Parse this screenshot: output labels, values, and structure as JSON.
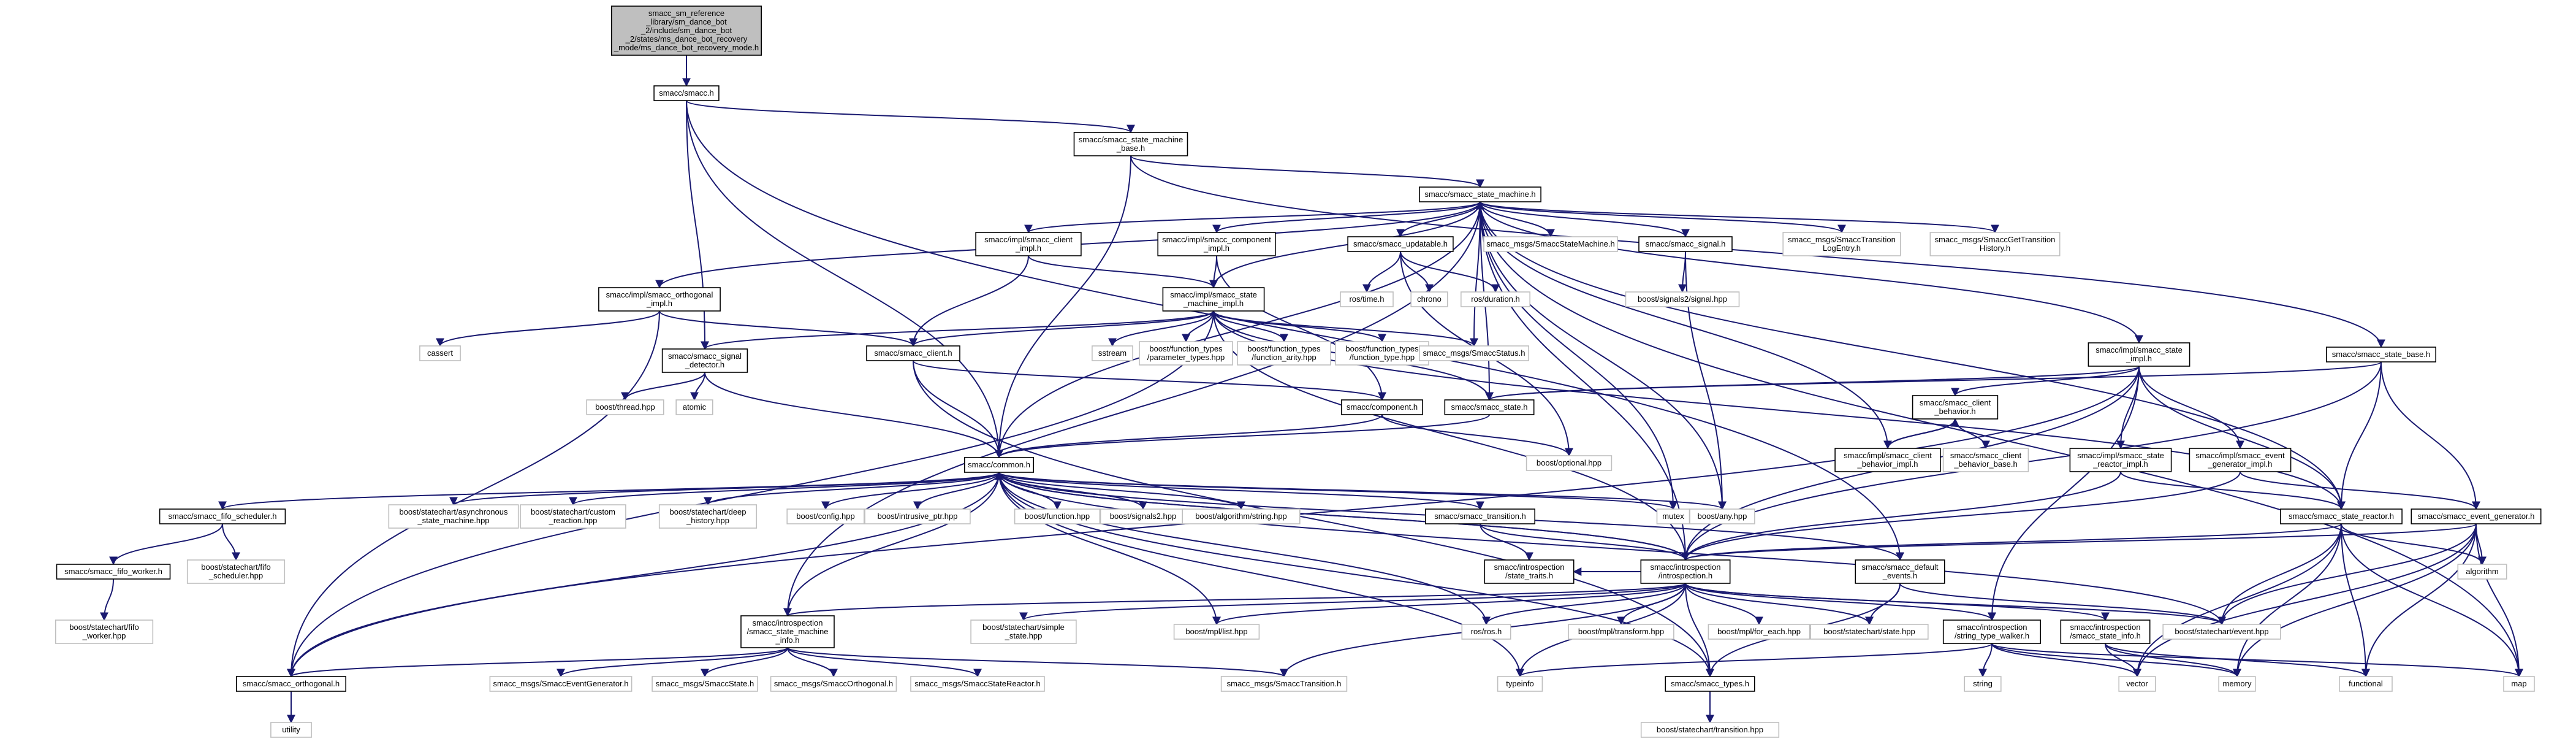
{
  "colors": {
    "edge": "#191970",
    "node_border": "#000000",
    "external_border": "#bfbfbf",
    "root_fill": "#bfbfbf",
    "background": "#ffffff"
  },
  "nodes": [
    {
      "id": "root",
      "kind": "root",
      "lines": [
        "smacc_sm_reference",
        "_library/sm_dance_bot",
        "_2/include/sm_dance_bot",
        "_2/states/ms_dance_bot_recovery",
        "_mode/ms_dance_bot_recovery_mode.h"
      ]
    },
    {
      "id": "smacc_h",
      "kind": "file",
      "lines": [
        "smacc/smacc.h"
      ]
    },
    {
      "id": "sm_base",
      "kind": "file",
      "lines": [
        "smacc/smacc_state_machine",
        "_base.h"
      ]
    },
    {
      "id": "state_machine",
      "kind": "file",
      "lines": [
        "smacc/smacc_state_machine.h"
      ]
    },
    {
      "id": "client_impl",
      "kind": "file",
      "lines": [
        "smacc/impl/smacc_client",
        "_impl.h"
      ]
    },
    {
      "id": "component_impl",
      "kind": "file",
      "lines": [
        "smacc/impl/smacc_component",
        "_impl.h"
      ]
    },
    {
      "id": "updatable",
      "kind": "file",
      "lines": [
        "smacc/smacc_updatable.h"
      ]
    },
    {
      "id": "msg_sm",
      "kind": "ext",
      "lines": [
        "smacc_msgs/SmaccStateMachine.h"
      ]
    },
    {
      "id": "signal",
      "kind": "file",
      "lines": [
        "smacc/smacc_signal.h"
      ]
    },
    {
      "id": "msg_tle",
      "kind": "ext",
      "lines": [
        "smacc_msgs/SmaccTransition",
        "LogEntry.h"
      ]
    },
    {
      "id": "msg_gth",
      "kind": "ext",
      "lines": [
        "smacc_msgs/SmaccGetTransition",
        "History.h"
      ]
    },
    {
      "id": "orth_impl",
      "kind": "file",
      "lines": [
        "smacc/impl/smacc_orthogonal",
        "_impl.h"
      ]
    },
    {
      "id": "sm_impl",
      "kind": "file",
      "lines": [
        "smacc/impl/smacc_state",
        "_machine_impl.h"
      ]
    },
    {
      "id": "ros_time",
      "kind": "ext",
      "lines": [
        "ros/time.h"
      ]
    },
    {
      "id": "chrono",
      "kind": "ext",
      "lines": [
        "chrono"
      ]
    },
    {
      "id": "ros_dur",
      "kind": "ext",
      "lines": [
        "ros/duration.h"
      ]
    },
    {
      "id": "signals2_sig",
      "kind": "ext",
      "lines": [
        "boost/signals2/signal.hpp"
      ]
    },
    {
      "id": "state_impl",
      "kind": "file",
      "lines": [
        "smacc/impl/smacc_state",
        "_impl.h"
      ]
    },
    {
      "id": "state_base",
      "kind": "file",
      "lines": [
        "smacc/smacc_state_base.h"
      ]
    },
    {
      "id": "cassert",
      "kind": "ext",
      "lines": [
        "cassert"
      ]
    },
    {
      "id": "signal_det",
      "kind": "file",
      "lines": [
        "smacc/smacc_signal",
        "_detector.h"
      ]
    },
    {
      "id": "client_h",
      "kind": "file",
      "lines": [
        "smacc/smacc_client.h"
      ]
    },
    {
      "id": "sstream",
      "kind": "ext",
      "lines": [
        "sstream"
      ]
    },
    {
      "id": "ft_param",
      "kind": "ext",
      "lines": [
        "boost/function_types",
        "/parameter_types.hpp"
      ]
    },
    {
      "id": "ft_arity",
      "kind": "ext",
      "lines": [
        "boost/function_types",
        "/function_arity.hpp"
      ]
    },
    {
      "id": "ft_type",
      "kind": "ext",
      "lines": [
        "boost/function_types",
        "/function_type.hpp"
      ]
    },
    {
      "id": "msg_status",
      "kind": "ext",
      "lines": [
        "smacc_msgs/SmaccStatus.h"
      ]
    },
    {
      "id": "thread",
      "kind": "ext",
      "lines": [
        "boost/thread.hpp"
      ]
    },
    {
      "id": "atomic",
      "kind": "ext",
      "lines": [
        "atomic"
      ]
    },
    {
      "id": "component",
      "kind": "file",
      "lines": [
        "smacc/component.h"
      ]
    },
    {
      "id": "state_h",
      "kind": "file",
      "lines": [
        "smacc/smacc_state.h"
      ]
    },
    {
      "id": "client_beh",
      "kind": "file",
      "lines": [
        "smacc/smacc_client",
        "_behavior.h"
      ]
    },
    {
      "id": "optional",
      "kind": "ext",
      "lines": [
        "boost/optional.hpp"
      ]
    },
    {
      "id": "client_beh_impl",
      "kind": "file",
      "lines": [
        "smacc/impl/smacc_client",
        "_behavior_impl.h"
      ]
    },
    {
      "id": "client_beh_base",
      "kind": "ext",
      "lines": [
        "smacc/smacc_client",
        "_behavior_base.h"
      ]
    },
    {
      "id": "reactor_impl",
      "kind": "file",
      "lines": [
        "smacc/impl/smacc_state",
        "_reactor_impl.h"
      ]
    },
    {
      "id": "evgen_impl",
      "kind": "file",
      "lines": [
        "smacc/impl/smacc_event",
        "_generator_impl.h"
      ]
    },
    {
      "id": "common",
      "kind": "file",
      "lines": [
        "smacc/common.h"
      ]
    },
    {
      "id": "fifo_sched",
      "kind": "file",
      "lines": [
        "smacc/smacc_fifo_scheduler.h"
      ]
    },
    {
      "id": "sc_async",
      "kind": "ext",
      "lines": [
        "boost/statechart/asynchronous",
        "_state_machine.hpp"
      ]
    },
    {
      "id": "sc_custom",
      "kind": "ext",
      "lines": [
        "boost/statechart/custom",
        "_reaction.hpp"
      ]
    },
    {
      "id": "sc_deep",
      "kind": "ext",
      "lines": [
        "boost/statechart/deep",
        "_history.hpp"
      ]
    },
    {
      "id": "config",
      "kind": "ext",
      "lines": [
        "boost/config.hpp"
      ]
    },
    {
      "id": "intrusive",
      "kind": "ext",
      "lines": [
        "boost/intrusive_ptr.hpp"
      ]
    },
    {
      "id": "function",
      "kind": "ext",
      "lines": [
        "boost/function.hpp"
      ]
    },
    {
      "id": "signals2",
      "kind": "ext",
      "lines": [
        "boost/signals2.hpp"
      ]
    },
    {
      "id": "algstring",
      "kind": "ext",
      "lines": [
        "boost/algorithm/string.hpp"
      ]
    },
    {
      "id": "transition",
      "kind": "file",
      "lines": [
        "smacc/smacc_transition.h"
      ]
    },
    {
      "id": "mutex",
      "kind": "ext",
      "lines": [
        "mutex"
      ]
    },
    {
      "id": "any",
      "kind": "ext",
      "lines": [
        "boost/any.hpp"
      ]
    },
    {
      "id": "state_reactor",
      "kind": "file",
      "lines": [
        "smacc/smacc_state_reactor.h"
      ]
    },
    {
      "id": "event_gen",
      "kind": "file",
      "lines": [
        "smacc/smacc_event_generator.h"
      ]
    },
    {
      "id": "fifo_worker",
      "kind": "file",
      "lines": [
        "smacc/smacc_fifo_worker.h"
      ]
    },
    {
      "id": "sc_fifo_sched",
      "kind": "ext",
      "lines": [
        "boost/statechart/fifo",
        "_scheduler.hpp"
      ]
    },
    {
      "id": "state_traits",
      "kind": "file",
      "lines": [
        "smacc/introspection",
        "/state_traits.h"
      ]
    },
    {
      "id": "introspection",
      "kind": "file",
      "lines": [
        "smacc/introspection",
        "/introspection.h"
      ]
    },
    {
      "id": "default_events",
      "kind": "file",
      "lines": [
        "smacc/smacc_default",
        "_events.h"
      ]
    },
    {
      "id": "algorithm",
      "kind": "ext",
      "lines": [
        "algorithm"
      ]
    },
    {
      "id": "sc_fifo_worker",
      "kind": "ext",
      "lines": [
        "boost/statechart/fifo",
        "_worker.hpp"
      ]
    },
    {
      "id": "sm_info",
      "kind": "file",
      "lines": [
        "smacc/introspection",
        "/smacc_state_machine",
        "_info.h"
      ]
    },
    {
      "id": "sc_simple",
      "kind": "ext",
      "lines": [
        "boost/statechart/simple",
        "_state.hpp"
      ]
    },
    {
      "id": "mpl_list",
      "kind": "ext",
      "lines": [
        "boost/mpl/list.hpp"
      ]
    },
    {
      "id": "ros_h",
      "kind": "ext",
      "lines": [
        "ros/ros.h"
      ]
    },
    {
      "id": "mpl_transform",
      "kind": "ext",
      "lines": [
        "boost/mpl/transform.hpp"
      ]
    },
    {
      "id": "mpl_foreach",
      "kind": "ext",
      "lines": [
        "boost/mpl/for_each.hpp"
      ]
    },
    {
      "id": "sc_state",
      "kind": "ext",
      "lines": [
        "boost/statechart/state.hpp"
      ]
    },
    {
      "id": "type_walker",
      "kind": "file",
      "lines": [
        "smacc/introspection",
        "/string_type_walker.h"
      ]
    },
    {
      "id": "state_info",
      "kind": "file",
      "lines": [
        "smacc/introspection",
        "/smacc_state_info.h"
      ]
    },
    {
      "id": "sc_event",
      "kind": "ext",
      "lines": [
        "boost/statechart/event.hpp"
      ]
    },
    {
      "id": "orthogonal",
      "kind": "file",
      "lines": [
        "smacc/smacc_orthogonal.h"
      ]
    },
    {
      "id": "msg_evgen",
      "kind": "ext",
      "lines": [
        "smacc_msgs/SmaccEventGenerator.h"
      ]
    },
    {
      "id": "msg_state",
      "kind": "ext",
      "lines": [
        "smacc_msgs/SmaccState.h"
      ]
    },
    {
      "id": "msg_orth",
      "kind": "ext",
      "lines": [
        "smacc_msgs/SmaccOrthogonal.h"
      ]
    },
    {
      "id": "msg_reactor",
      "kind": "ext",
      "lines": [
        "smacc_msgs/SmaccStateReactor.h"
      ]
    },
    {
      "id": "msg_trans",
      "kind": "ext",
      "lines": [
        "smacc_msgs/SmaccTransition.h"
      ]
    },
    {
      "id": "typeinfo",
      "kind": "ext",
      "lines": [
        "typeinfo"
      ]
    },
    {
      "id": "types",
      "kind": "file",
      "lines": [
        "smacc/smacc_types.h"
      ]
    },
    {
      "id": "string",
      "kind": "ext",
      "lines": [
        "string"
      ]
    },
    {
      "id": "vector",
      "kind": "ext",
      "lines": [
        "vector"
      ]
    },
    {
      "id": "memory",
      "kind": "ext",
      "lines": [
        "memory"
      ]
    },
    {
      "id": "functional",
      "kind": "ext",
      "lines": [
        "functional"
      ]
    },
    {
      "id": "map",
      "kind": "ext",
      "lines": [
        "map"
      ]
    },
    {
      "id": "utility",
      "kind": "ext",
      "lines": [
        "utility"
      ]
    },
    {
      "id": "sc_transition",
      "kind": "ext",
      "lines": [
        "boost/statechart/transition.hpp"
      ]
    }
  ],
  "edges": [
    [
      "root",
      "smacc_h"
    ],
    [
      "smacc_h",
      "sm_base"
    ],
    [
      "smacc_h",
      "common"
    ],
    [
      "smacc_h",
      "signal_det"
    ],
    [
      "smacc_h",
      "default_events"
    ],
    [
      "sm_base",
      "state_machine"
    ],
    [
      "sm_base",
      "common"
    ],
    [
      "sm_base",
      "state_base"
    ],
    [
      "state_machine",
      "client_impl"
    ],
    [
      "state_machine",
      "component_impl"
    ],
    [
      "state_machine",
      "updatable"
    ],
    [
      "state_machine",
      "msg_sm"
    ],
    [
      "state_machine",
      "signal"
    ],
    [
      "state_machine",
      "msg_tle"
    ],
    [
      "state_machine",
      "msg_gth"
    ],
    [
      "state_machine",
      "orth_impl"
    ],
    [
      "state_machine",
      "sm_impl"
    ],
    [
      "state_machine",
      "state_impl"
    ],
    [
      "state_machine",
      "common"
    ],
    [
      "state_machine",
      "sm_info"
    ],
    [
      "state_machine",
      "state_h"
    ],
    [
      "state_machine",
      "mutex"
    ],
    [
      "state_machine",
      "any"
    ],
    [
      "state_machine",
      "map"
    ],
    [
      "state_machine",
      "msg_status"
    ],
    [
      "state_machine",
      "state_reactor"
    ],
    [
      "state_machine",
      "introspection"
    ],
    [
      "client_impl",
      "client_h"
    ],
    [
      "client_impl",
      "sm_impl"
    ],
    [
      "component_impl",
      "sm_impl"
    ],
    [
      "component_impl",
      "component"
    ],
    [
      "updatable",
      "ros_time"
    ],
    [
      "updatable",
      "chrono"
    ],
    [
      "updatable",
      "ros_dur"
    ],
    [
      "updatable",
      "optional"
    ],
    [
      "signal",
      "signals2_sig"
    ],
    [
      "signal",
      "any"
    ],
    [
      "orth_impl",
      "cassert"
    ],
    [
      "orth_impl",
      "client_h"
    ],
    [
      "orth_impl",
      "orthogonal"
    ],
    [
      "sm_impl",
      "signal_det"
    ],
    [
      "sm_impl",
      "client_h"
    ],
    [
      "sm_impl",
      "sstream"
    ],
    [
      "sm_impl",
      "ft_param"
    ],
    [
      "sm_impl",
      "ft_arity"
    ],
    [
      "sm_impl",
      "ft_type"
    ],
    [
      "sm_impl",
      "msg_status"
    ],
    [
      "sm_impl",
      "orthogonal"
    ],
    [
      "sm_impl",
      "state_h"
    ],
    [
      "sm_impl",
      "introspection"
    ],
    [
      "sm_impl",
      "state_reactor"
    ],
    [
      "state_impl",
      "client_beh"
    ],
    [
      "state_impl",
      "reactor_impl"
    ],
    [
      "state_impl",
      "evgen_impl"
    ],
    [
      "state_impl",
      "state_h"
    ],
    [
      "state_impl",
      "state_reactor"
    ],
    [
      "state_impl",
      "orthogonal"
    ],
    [
      "state_impl",
      "introspection"
    ],
    [
      "state_impl",
      "type_walker"
    ],
    [
      "state_base",
      "state_h"
    ],
    [
      "state_base",
      "state_reactor"
    ],
    [
      "state_base",
      "event_gen"
    ],
    [
      "state_base",
      "introspection"
    ],
    [
      "signal_det",
      "thread"
    ],
    [
      "signal_det",
      "atomic"
    ],
    [
      "signal_det",
      "common"
    ],
    [
      "client_h",
      "common"
    ],
    [
      "client_h",
      "component"
    ],
    [
      "client_h",
      "types"
    ],
    [
      "component",
      "common"
    ],
    [
      "component",
      "optional"
    ],
    [
      "state_h",
      "common"
    ],
    [
      "client_beh",
      "client_beh_impl"
    ],
    [
      "client_beh",
      "client_beh_base"
    ],
    [
      "client_beh_impl",
      "client_beh"
    ],
    [
      "client_beh_impl",
      "state_machine"
    ],
    [
      "reactor_impl",
      "state_reactor"
    ],
    [
      "reactor_impl",
      "introspection"
    ],
    [
      "evgen_impl",
      "event_gen"
    ],
    [
      "evgen_impl",
      "introspection"
    ],
    [
      "common",
      "fifo_sched"
    ],
    [
      "common",
      "sc_async"
    ],
    [
      "common",
      "sc_custom"
    ],
    [
      "common",
      "sc_deep"
    ],
    [
      "common",
      "config"
    ],
    [
      "common",
      "intrusive"
    ],
    [
      "common",
      "function"
    ],
    [
      "common",
      "signals2"
    ],
    [
      "common",
      "algstring"
    ],
    [
      "common",
      "transition"
    ],
    [
      "common",
      "mutex"
    ],
    [
      "common",
      "any"
    ],
    [
      "common",
      "introspection"
    ],
    [
      "common",
      "mpl_list"
    ],
    [
      "common",
      "ros_h"
    ],
    [
      "common",
      "sc_event"
    ],
    [
      "common",
      "default_events"
    ],
    [
      "common",
      "typeinfo"
    ],
    [
      "common",
      "types"
    ],
    [
      "common",
      "orthogonal"
    ],
    [
      "fifo_sched",
      "fifo_worker"
    ],
    [
      "fifo_sched",
      "sc_fifo_sched"
    ],
    [
      "fifo_worker",
      "sc_fifo_worker"
    ],
    [
      "transition",
      "state_traits"
    ],
    [
      "transition",
      "introspection"
    ],
    [
      "state_reactor",
      "introspection"
    ],
    [
      "state_reactor",
      "algorithm"
    ],
    [
      "state_reactor",
      "sc_event"
    ],
    [
      "state_reactor",
      "vector"
    ],
    [
      "state_reactor",
      "memory"
    ],
    [
      "state_reactor",
      "functional"
    ],
    [
      "state_reactor",
      "map"
    ],
    [
      "event_gen",
      "introspection"
    ],
    [
      "event_gen",
      "algorithm"
    ],
    [
      "event_gen",
      "sc_event"
    ],
    [
      "event_gen",
      "vector"
    ],
    [
      "event_gen",
      "memory"
    ],
    [
      "event_gen",
      "functional"
    ],
    [
      "event_gen",
      "map"
    ],
    [
      "introspection",
      "sm_info"
    ],
    [
      "introspection",
      "sc_simple"
    ],
    [
      "introspection",
      "mpl_list"
    ],
    [
      "introspection",
      "ros_h"
    ],
    [
      "introspection",
      "mpl_transform"
    ],
    [
      "introspection",
      "mpl_foreach"
    ],
    [
      "introspection",
      "sc_state"
    ],
    [
      "introspection",
      "type_walker"
    ],
    [
      "introspection",
      "state_info"
    ],
    [
      "introspection",
      "sc_event"
    ],
    [
      "introspection",
      "typeinfo"
    ],
    [
      "introspection",
      "types"
    ],
    [
      "introspection",
      "state_traits"
    ],
    [
      "introspection",
      "msg_trans"
    ],
    [
      "introspection",
      "common"
    ],
    [
      "default_events",
      "sc_state"
    ],
    [
      "default_events",
      "sc_event"
    ],
    [
      "default_events",
      "types"
    ],
    [
      "sm_info",
      "orthogonal"
    ],
    [
      "sm_info",
      "msg_evgen"
    ],
    [
      "sm_info",
      "msg_state"
    ],
    [
      "sm_info",
      "msg_orth"
    ],
    [
      "sm_info",
      "msg_reactor"
    ],
    [
      "sm_info",
      "msg_trans"
    ],
    [
      "sm_info",
      "common"
    ],
    [
      "type_walker",
      "string"
    ],
    [
      "type_walker",
      "typeinfo"
    ],
    [
      "type_walker",
      "vector"
    ],
    [
      "type_walker",
      "memory"
    ],
    [
      "type_walker",
      "map"
    ],
    [
      "state_info",
      "vector"
    ],
    [
      "state_info",
      "memory"
    ],
    [
      "state_info",
      "functional"
    ],
    [
      "orthogonal",
      "utility"
    ],
    [
      "types",
      "sc_transition"
    ]
  ]
}
